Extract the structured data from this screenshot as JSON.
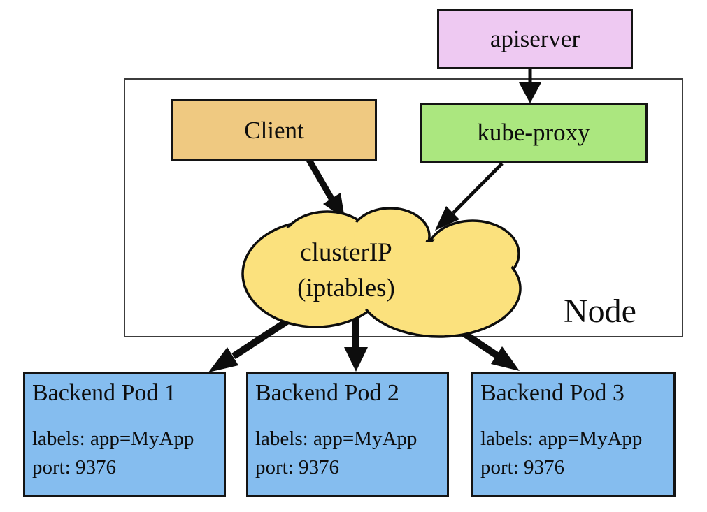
{
  "diagram": {
    "title_semantic": "Kubernetes service clusterIP iptables proxy diagram",
    "apiserver": {
      "label": "apiserver"
    },
    "node": {
      "label": "Node"
    },
    "client": {
      "label": "Client"
    },
    "kube_proxy": {
      "label": "kube-proxy"
    },
    "cluster_ip": {
      "line1": "clusterIP",
      "line2": "(iptables)"
    },
    "pods": [
      {
        "title": "Backend Pod 1",
        "labels": "labels: app=MyApp",
        "port": "port: 9376"
      },
      {
        "title": "Backend Pod 2",
        "labels": "labels: app=MyApp",
        "port": "port: 9376"
      },
      {
        "title": "Backend Pod 3",
        "labels": "labels: app=MyApp",
        "port": "port: 9376"
      }
    ],
    "edges": [
      {
        "from": "apiserver",
        "to": "kube-proxy"
      },
      {
        "from": "Client",
        "to": "clusterIP (iptables)"
      },
      {
        "from": "kube-proxy",
        "to": "clusterIP (iptables)"
      },
      {
        "from": "clusterIP (iptables)",
        "to": "Backend Pod 1"
      },
      {
        "from": "clusterIP (iptables)",
        "to": "Backend Pod 2"
      },
      {
        "from": "clusterIP (iptables)",
        "to": "Backend Pod 3"
      }
    ],
    "colors": {
      "apiserver_fill": "#eec9f2",
      "client_fill": "#efc981",
      "kube_proxy_fill": "#abe77f",
      "cloud_fill": "#fbe17d",
      "pod_fill": "#85bdef",
      "outline": "#0d0d0d"
    }
  }
}
